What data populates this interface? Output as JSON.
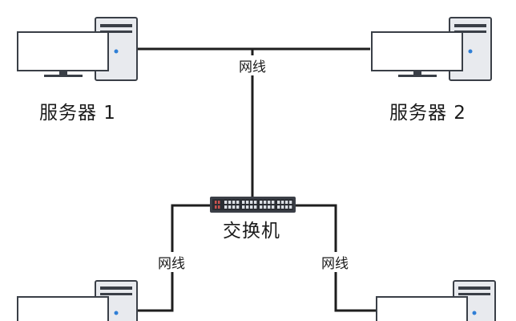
{
  "nodes": {
    "server1": {
      "label": "服务器 1"
    },
    "server2": {
      "label": "服务器 2"
    },
    "switch": {
      "label": "交换机"
    }
  },
  "cables": {
    "top": {
      "label": "网线"
    },
    "left": {
      "label": "网线"
    },
    "right": {
      "label": "网线"
    }
  },
  "colors": {
    "line": "#1e1e1e",
    "tower_fill": "#e8eaee",
    "tower_stroke": "#3a3f47",
    "monitor_fill": "#ffffff",
    "power_led": "#2f7fd6",
    "switch_body": "#3b3f47",
    "switch_port": "#d9dde3"
  }
}
